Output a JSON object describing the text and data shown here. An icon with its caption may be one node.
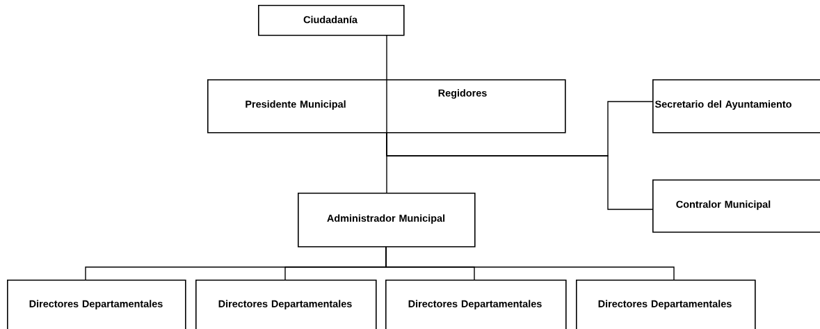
{
  "diagram": {
    "nodes": [
      {
        "text": [
          "Ciudadanía"
        ]
      },
      {
        "text": [
          "Presidente Municipal",
          "Regidores"
        ]
      },
      {
        "text": [
          "Secretario del Ayuntamiento"
        ]
      },
      {
        "text": [
          "Contralor Municipal"
        ]
      },
      {
        "text": [
          "Administrador Municipal"
        ]
      },
      {
        "text": [
          "Directores Departamentales"
        ]
      },
      {
        "text": [
          "Directores Departamentales"
        ]
      },
      {
        "text": [
          "Directores Departamentales"
        ]
      },
      {
        "text": [
          "Directores Departamentales"
        ]
      }
    ],
    "edges": [
      {
        "from": 0,
        "to": 1,
        "arrow": "none"
      },
      {
        "from": 1,
        "to": 4,
        "arrow": "none"
      },
      {
        "from": 1,
        "to": 2,
        "arrow": "none"
      },
      {
        "from": 1,
        "to": 3,
        "arrow": "none"
      },
      {
        "from": 4,
        "to": 5,
        "arrow": "none"
      },
      {
        "from": 4,
        "to": 6,
        "arrow": "none"
      },
      {
        "from": 4,
        "to": 7,
        "arrow": "none"
      },
      {
        "from": 4,
        "to": 8,
        "arrow": "none"
      }
    ]
  }
}
